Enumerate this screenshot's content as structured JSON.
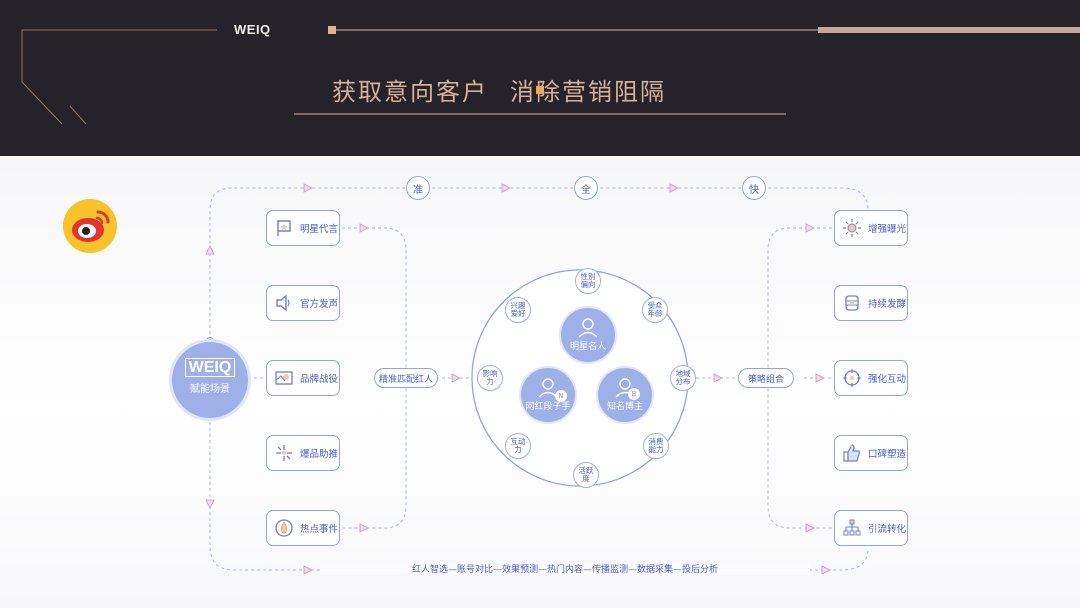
{
  "header": {
    "brand": "WEIQ",
    "title_part1": "获取意向客户",
    "title_part2": "消除营销阻隔"
  },
  "colors": {
    "header_bg": "#26222a",
    "accent_gold": "#d6b199",
    "accent_orange": "#f0a830",
    "diagram_blue": "#8ea4e6",
    "text_blue": "#4a5ec8",
    "node_fill": "#9fb0e8",
    "weibo_red": "#e5332f",
    "weibo_yellow": "#f7c32a"
  },
  "logo": {
    "icon": "weibo-icon"
  },
  "hub": {
    "logo": "WEIQ",
    "label": "赋能场景"
  },
  "top_flow": [
    "准",
    "全",
    "快"
  ],
  "left_items": [
    {
      "label": "明星代言",
      "icon": "star-flag-icon"
    },
    {
      "label": "官方发声",
      "icon": "speaker-icon"
    },
    {
      "label": "品牌战役",
      "icon": "map-pin-icon"
    },
    {
      "label": "爆品助推",
      "icon": "sparkle-icon"
    },
    {
      "label": "热点事件",
      "icon": "fire-icon"
    }
  ],
  "match_label": "精准匹配红人",
  "strategy_label": "策略组合",
  "center": {
    "nodes": [
      {
        "label": "明星名人",
        "badge": ""
      },
      {
        "label": "网红段子手",
        "badge": "N"
      },
      {
        "label": "知名博主",
        "badge": "B"
      }
    ],
    "attributes": [
      "性别偏向",
      "受众年龄",
      "地域分布",
      "消费能力",
      "活跃度",
      "互动力",
      "影响力",
      "兴趣爱好"
    ]
  },
  "right_items": [
    {
      "label": "增强曝光",
      "icon": "sun-icon"
    },
    {
      "label": "持续发酵",
      "icon": "barrel-icon"
    },
    {
      "label": "强化互动",
      "icon": "crosshair-icon"
    },
    {
      "label": "口碑塑造",
      "icon": "thumbs-up-icon"
    },
    {
      "label": "引流转化",
      "icon": "network-icon"
    }
  ],
  "bottom_flow": "红人智选—账号对比—效果预测—热门内容—传播监测—数据采集—投后分析"
}
